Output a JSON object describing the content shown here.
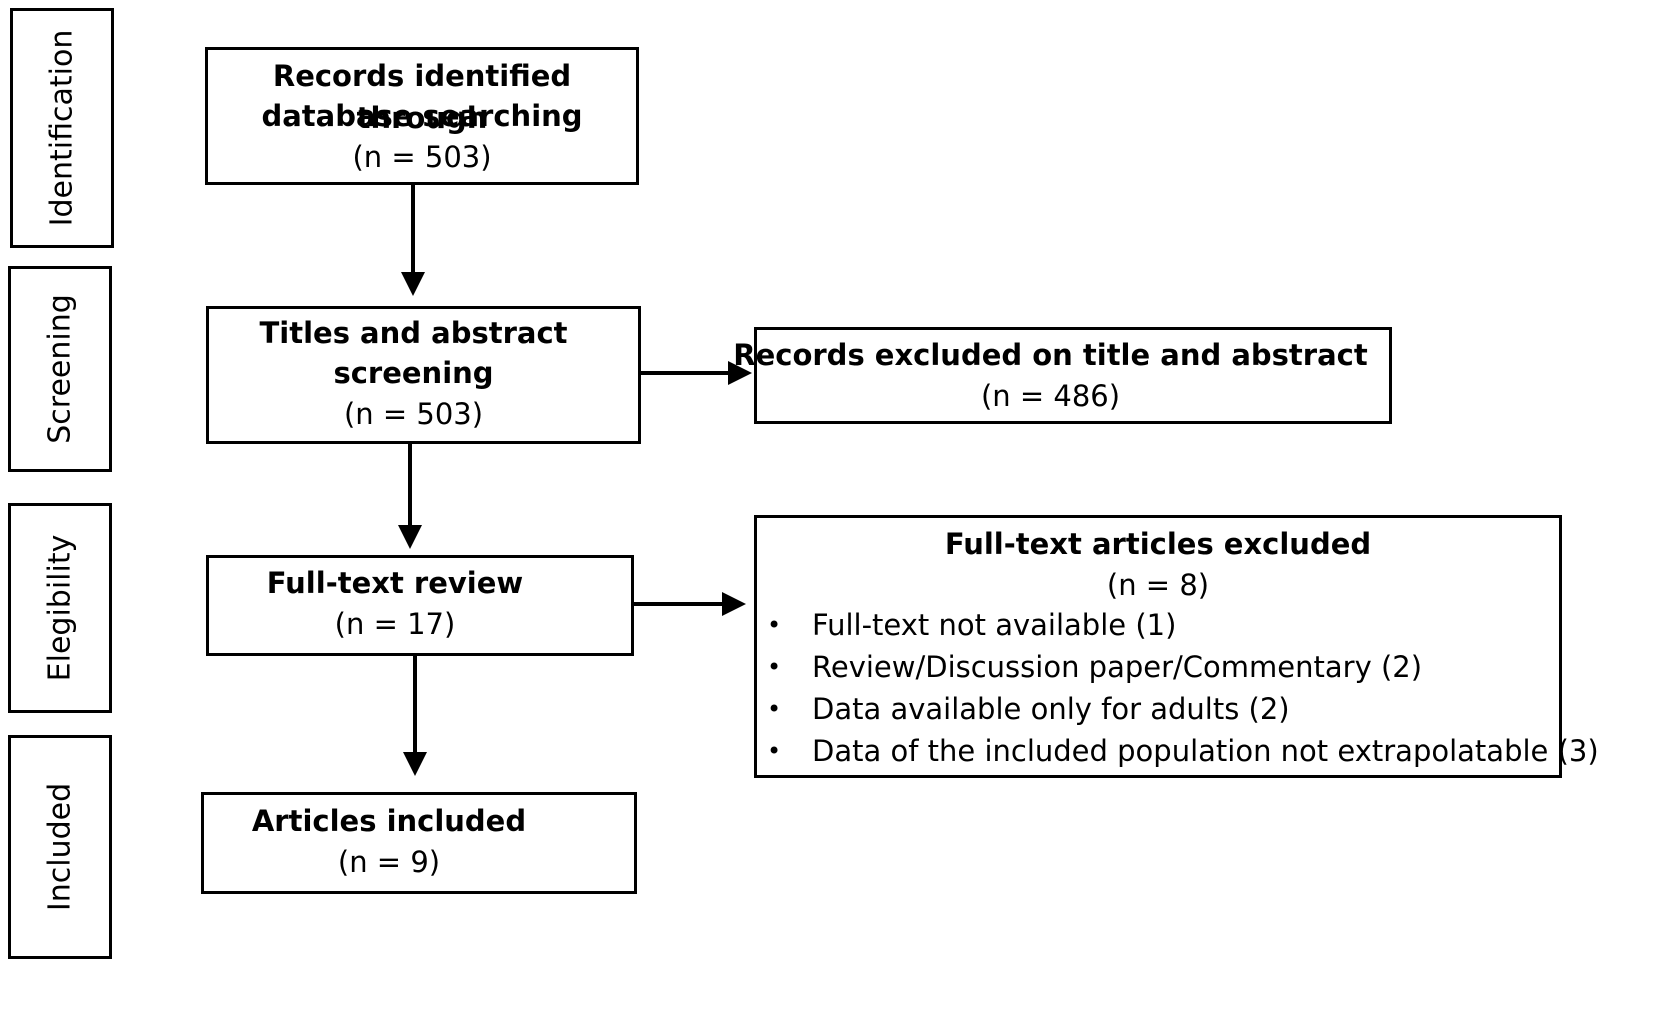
{
  "stages": {
    "identification": "Identification",
    "screening": "Screening",
    "eligibility": "Elegibility",
    "included": "Included"
  },
  "boxes": {
    "identified": {
      "line1": "Records identified through",
      "line2": "database searching",
      "count": "(n = 503)"
    },
    "screening": {
      "line1": "Titles and abstract",
      "line2": "screening",
      "count": "(n = 503)"
    },
    "excluded_title": {
      "line1": "Records excluded on title and abstract",
      "count": "(n = 486)"
    },
    "fulltext": {
      "line1": "Full-text review",
      "count": "(n = 17)"
    },
    "fulltext_excluded": {
      "title": "Full-text articles excluded",
      "count": "(n = 8)",
      "reasons": [
        "Full-text not available (1)",
        "Review/Discussion paper/Commentary (2)",
        "Data available only for adults (2)",
        "Data of the included population not extrapolatable (3)"
      ]
    },
    "included": {
      "line1": "Articles included",
      "count": "(n = 9)"
    }
  },
  "bullet": "•",
  "colors": {
    "stroke": "#000000",
    "background": "#ffffff"
  }
}
